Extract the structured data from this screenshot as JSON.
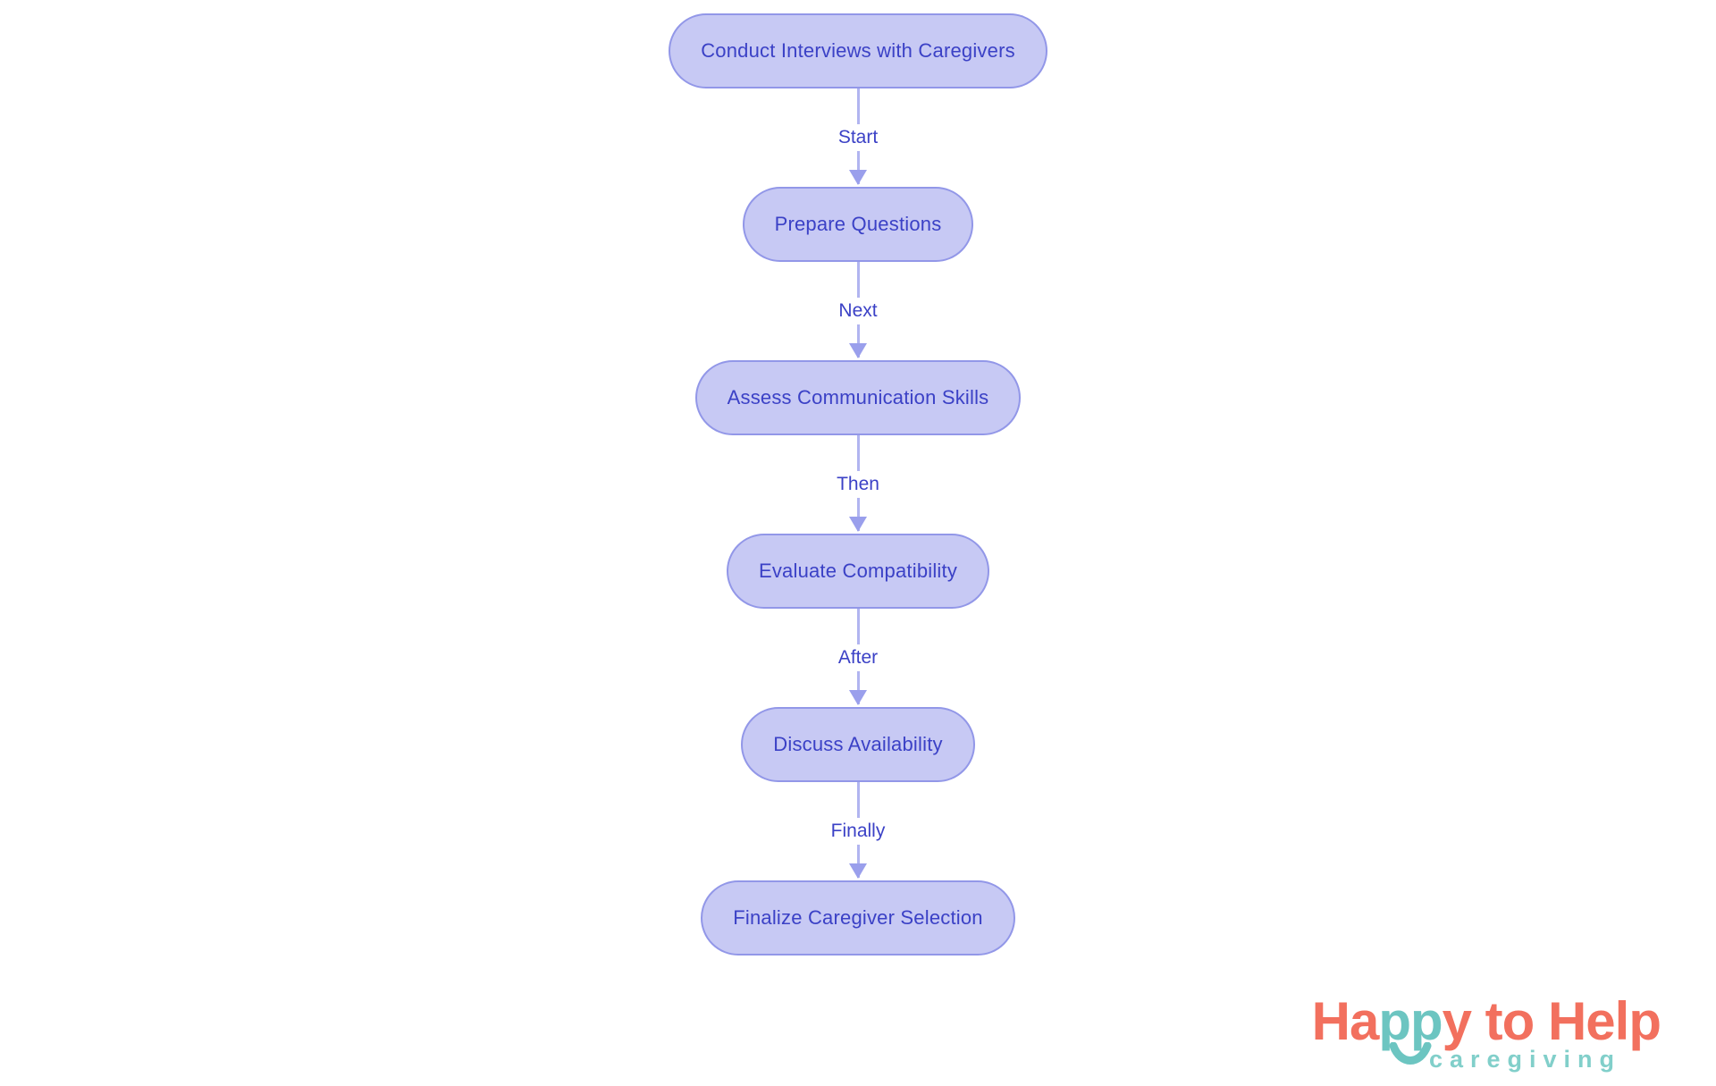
{
  "diagram": {
    "type": "flowchart",
    "direction": "top-down",
    "nodes": [
      {
        "id": "conduct-interviews",
        "label": "Conduct Interviews with Caregivers"
      },
      {
        "id": "prepare-questions",
        "label": "Prepare Questions"
      },
      {
        "id": "assess-communication",
        "label": "Assess Communication Skills"
      },
      {
        "id": "evaluate-compatibility",
        "label": "Evaluate Compatibility"
      },
      {
        "id": "discuss-availability",
        "label": "Discuss Availability"
      },
      {
        "id": "finalize-selection",
        "label": "Finalize Caregiver Selection"
      }
    ],
    "edges": [
      {
        "from": "conduct-interviews",
        "to": "prepare-questions",
        "label": "Start"
      },
      {
        "from": "prepare-questions",
        "to": "assess-communication",
        "label": "Next"
      },
      {
        "from": "assess-communication",
        "to": "evaluate-compatibility",
        "label": "Then"
      },
      {
        "from": "evaluate-compatibility",
        "to": "discuss-availability",
        "label": "After"
      },
      {
        "from": "discuss-availability",
        "to": "finalize-selection",
        "label": "Finally"
      }
    ],
    "colors": {
      "node_fill": "#c7c9f4",
      "node_border": "#9297e8",
      "node_text": "#3b41c6",
      "edge_line": "#b1b4f0",
      "edge_arrowhead": "#9a9fec",
      "edge_label_text": "#3b41c6"
    }
  },
  "logo": {
    "part1": "Ha",
    "part2": "pp",
    "part3": "y to Help",
    "subtitle": "caregiving",
    "colors": {
      "coral": "#f2705e",
      "teal": "#6cc5c1",
      "subtitle_teal": "#81cfca"
    }
  }
}
